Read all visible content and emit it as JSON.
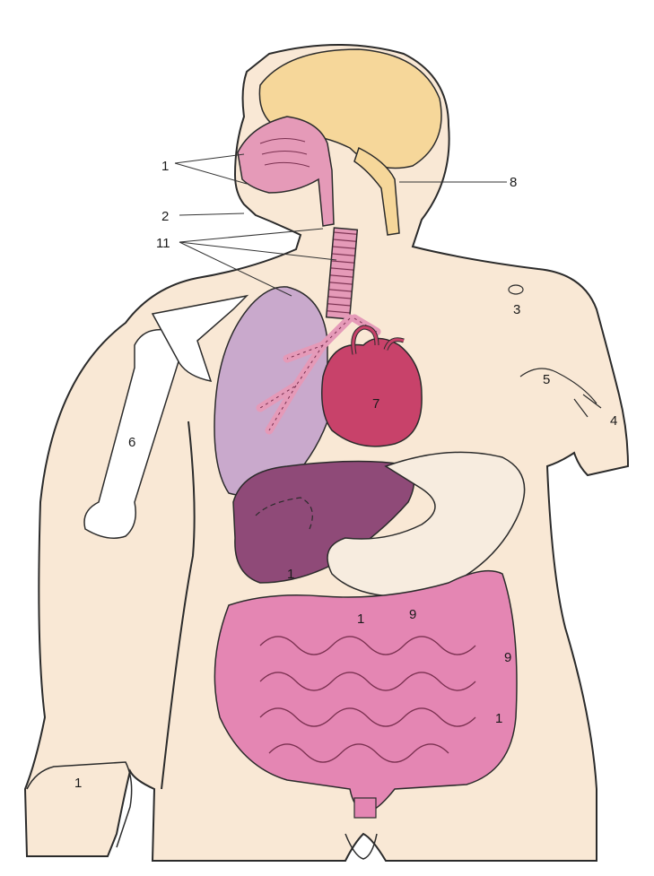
{
  "labels": {
    "l1_nose": "1",
    "l2_mouth": "2",
    "l11_throat": "11",
    "l8_spine": "8",
    "l3_shoulder": "3",
    "l5_arm": "5",
    "l4_elbow": "4",
    "l6_humerus": "6",
    "l7_heart": "7",
    "l1_liver": "1",
    "l1_intestine": "1",
    "l9_intestine": "9",
    "l9_colon": "9",
    "l1_colon": "1",
    "l1_hand": "1"
  },
  "colors": {
    "skin": "#f9e8d5",
    "brain": "#f6d79a",
    "airway": "#e59ab8",
    "lung": "#c9a9cc",
    "heart": "#c8426a",
    "liver": "#8f4a78",
    "stomach": "#f7ecdf",
    "intestine": "#e486b3",
    "bone": "#ffffff",
    "outline": "#2b2b2b"
  }
}
